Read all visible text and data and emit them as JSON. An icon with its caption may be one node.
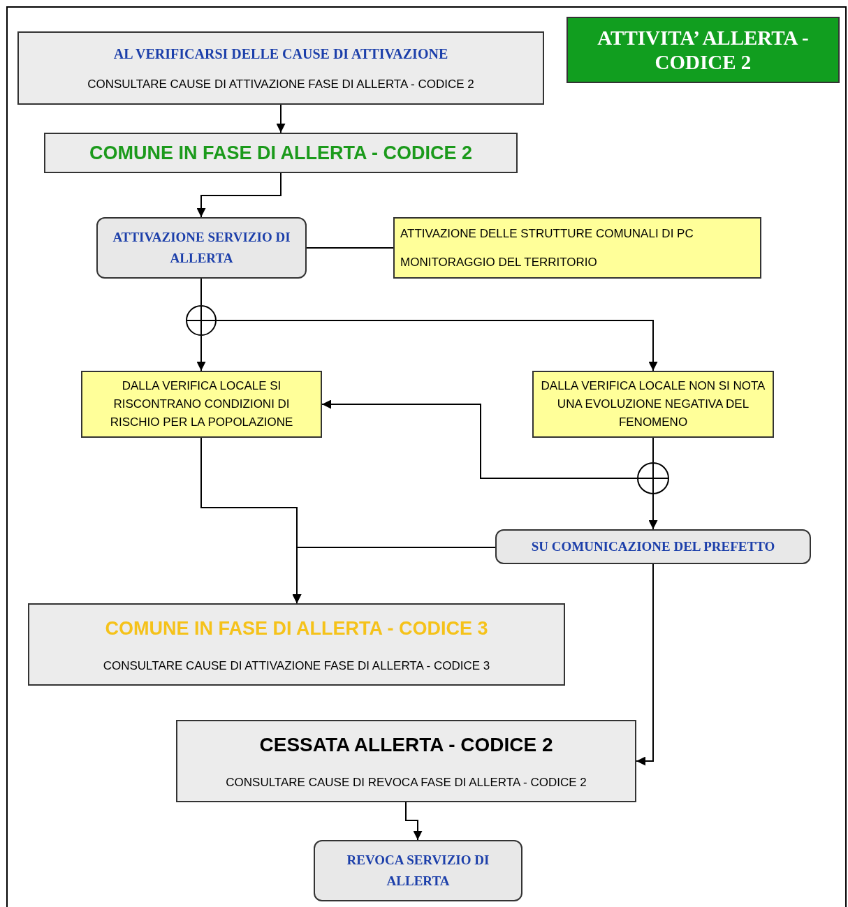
{
  "diagram": {
    "title": "ATTIVITA’ ALLERTA - CODICE 2",
    "nodes": [
      {
        "text": [
          "AL VERIFICARSI DELLE CAUSE DI ATTIVAZIONE",
          "CONSULTARE CAUSE DI ATTIVAZIONE FASE DI ALLERTA - CODICE 2"
        ]
      },
      {
        "text": [
          "COMUNE IN FASE DI ALLERTA - CODICE 2"
        ]
      },
      {
        "text": [
          "ATTIVAZIONE SERVIZIO DI ALLERTA"
        ]
      },
      {
        "text": [
          "ATTIVAZIONE DELLE STRUTTURE COMUNALI DI PC",
          "MONITORAGGIO DEL TERRITORIO"
        ]
      },
      {
        "text": [],
        "shape": "circle"
      },
      {
        "text": [
          "DALLA VERIFICA LOCALE SI RISCONTRANO CONDIZIONI DI RISCHIO PER LA POPOLAZIONE"
        ]
      },
      {
        "text": [
          "DALLA VERIFICA LOCALE NON SI NOTA UNA EVOLUZIONE NEGATIVA DEL FENOMENO"
        ]
      },
      {
        "text": [],
        "shape": "circle"
      },
      {
        "text": [
          "SU COMUNICAZIONE DEL PREFETTO"
        ]
      },
      {
        "text": [
          "COMUNE IN FASE DI ALLERTA - CODICE 3",
          "CONSULTARE CAUSE DI ATTIVAZIONE FASE DI ALLERTA - CODICE 3"
        ]
      },
      {
        "text": [
          "CESSATA ALLERTA - CODICE 2",
          "CONSULTARE CAUSE DI REVOCA FASE DI ALLERTA - CODICE 2"
        ]
      },
      {
        "text": [
          "REVOCA SERVIZIO DI ALLERTA"
        ]
      }
    ],
    "edges": [
      {
        "from": 0,
        "to": 1,
        "arrow": "to"
      },
      {
        "from": 1,
        "to": 2,
        "arrow": "to"
      },
      {
        "from": 2,
        "to": 3,
        "arrow": "none"
      },
      {
        "from": 2,
        "to": 4,
        "arrow": "none"
      },
      {
        "from": 4,
        "to": 5,
        "arrow": "to"
      },
      {
        "from": 4,
        "to": 6,
        "arrow": "to"
      },
      {
        "from": 6,
        "to": 7,
        "arrow": "none"
      },
      {
        "from": 7,
        "to": 5,
        "arrow": "to"
      },
      {
        "from": 7,
        "to": 8,
        "arrow": "to"
      },
      {
        "from": 5,
        "to": 9,
        "arrow": "to"
      },
      {
        "from": 8,
        "to": 9,
        "arrow": "to"
      },
      {
        "from": 8,
        "to": 10,
        "arrow": "to"
      },
      {
        "from": 10,
        "to": 11,
        "arrow": "to"
      }
    ]
  }
}
